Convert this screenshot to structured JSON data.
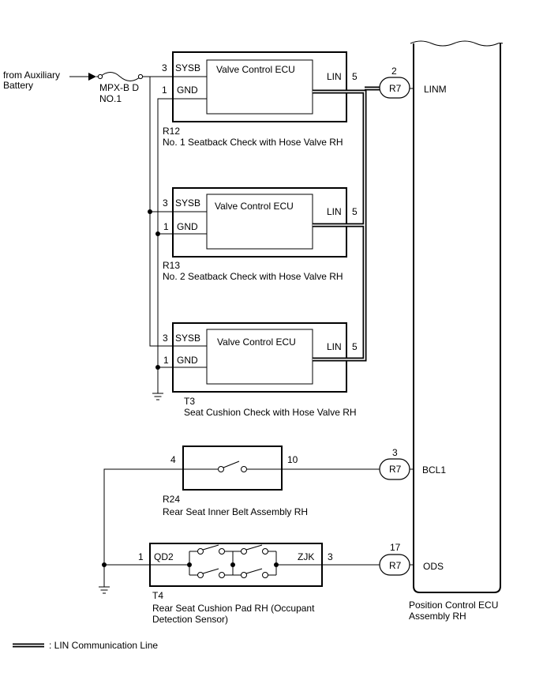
{
  "source": {
    "line1": "from Auxiliary",
    "line2": "Battery"
  },
  "fuse": {
    "name": "MPX-B D",
    "number": "NO.1"
  },
  "valves": [
    {
      "ecu": "Valve Control ECU",
      "pin_sysb": "3",
      "label_sysb": "SYSB",
      "pin_gnd": "1",
      "label_gnd": "GND",
      "pin_lin": "5",
      "label_lin": "LIN",
      "code": "R12",
      "name": "No. 1 Seatback Check with Hose Valve RH"
    },
    {
      "ecu": "Valve Control ECU",
      "pin_sysb": "3",
      "label_sysb": "SYSB",
      "pin_gnd": "1",
      "label_gnd": "GND",
      "pin_lin": "5",
      "label_lin": "LIN",
      "code": "R13",
      "name": "No. 2 Seatback Check with Hose Valve RH"
    },
    {
      "ecu": "Valve Control ECU",
      "pin_sysb": "3",
      "label_sysb": "SYSB",
      "pin_gnd": "1",
      "label_gnd": "GND",
      "pin_lin": "5",
      "label_lin": "LIN",
      "code": "T3",
      "name": "Seat Cushion Check with Hose Valve RH"
    }
  ],
  "belt": {
    "pin_in": "4",
    "pin_out": "10",
    "code": "R24",
    "name": "Rear Seat Inner Belt Assembly RH"
  },
  "pad": {
    "pin_in": "1",
    "label_in": "QD2",
    "label_out": "ZJK",
    "pin_out": "3",
    "code": "T4",
    "name_line1": "Rear Seat Cushion Pad RH (Occupant",
    "name_line2": "Detection Sensor)"
  },
  "connectors": [
    {
      "id": "R7",
      "pin": "2",
      "signal": "LINM"
    },
    {
      "id": "R7",
      "pin": "3",
      "signal": "BCL1"
    },
    {
      "id": "R7",
      "pin": "17",
      "signal": "ODS"
    }
  ],
  "ecu": {
    "line1": "Position Control ECU",
    "line2": "Assembly RH"
  },
  "legend": {
    "text": ": LIN Communication Line"
  }
}
